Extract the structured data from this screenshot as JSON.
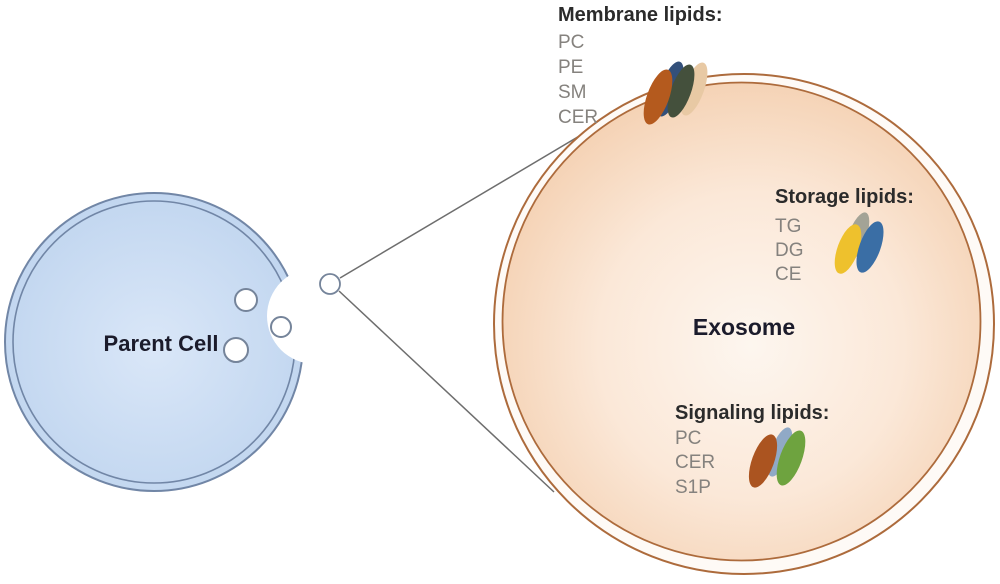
{
  "diagram": {
    "parent_cell": {
      "label": "Parent Cell"
    },
    "exosome": {
      "label": "Exosome"
    },
    "membrane": {
      "title": "Membrane lipids:",
      "items": [
        "PC",
        "PE",
        "SM",
        "CER"
      ],
      "ellipse_colors": [
        "#b45a1e",
        "#33507a",
        "#44503c",
        "#e8c9a4"
      ]
    },
    "storage": {
      "title": "Storage lipids:",
      "items": [
        "TG",
        "DG",
        "CE"
      ],
      "ellipse_colors": [
        "#a3a396",
        "#eec12d",
        "#3a6ea5"
      ]
    },
    "signaling": {
      "title": "Signaling lipids:",
      "items": [
        "PC",
        "CER",
        "S1P"
      ],
      "ellipse_colors": [
        "#90a9c6",
        "#ab5420",
        "#6ea33f"
      ]
    }
  },
  "colors": {
    "header_text": "#2b2b2b",
    "item_text": "#85827e",
    "title_text": "#1b1b2b",
    "parent_fill_center": "#dae7f8",
    "parent_fill_edge": "#bdd3ee",
    "parent_border": "#7186a6",
    "vesicle_stroke": "#75849a",
    "exosome_border": "#ad6b3c",
    "exosome_gap": "#fefaf6",
    "exosome_fill_center": "#fdf6ef",
    "exosome_fill_mid": "#fbe8d8",
    "exosome_fill_edge": "#f4d0b1",
    "connector": "#6e6e6e"
  }
}
